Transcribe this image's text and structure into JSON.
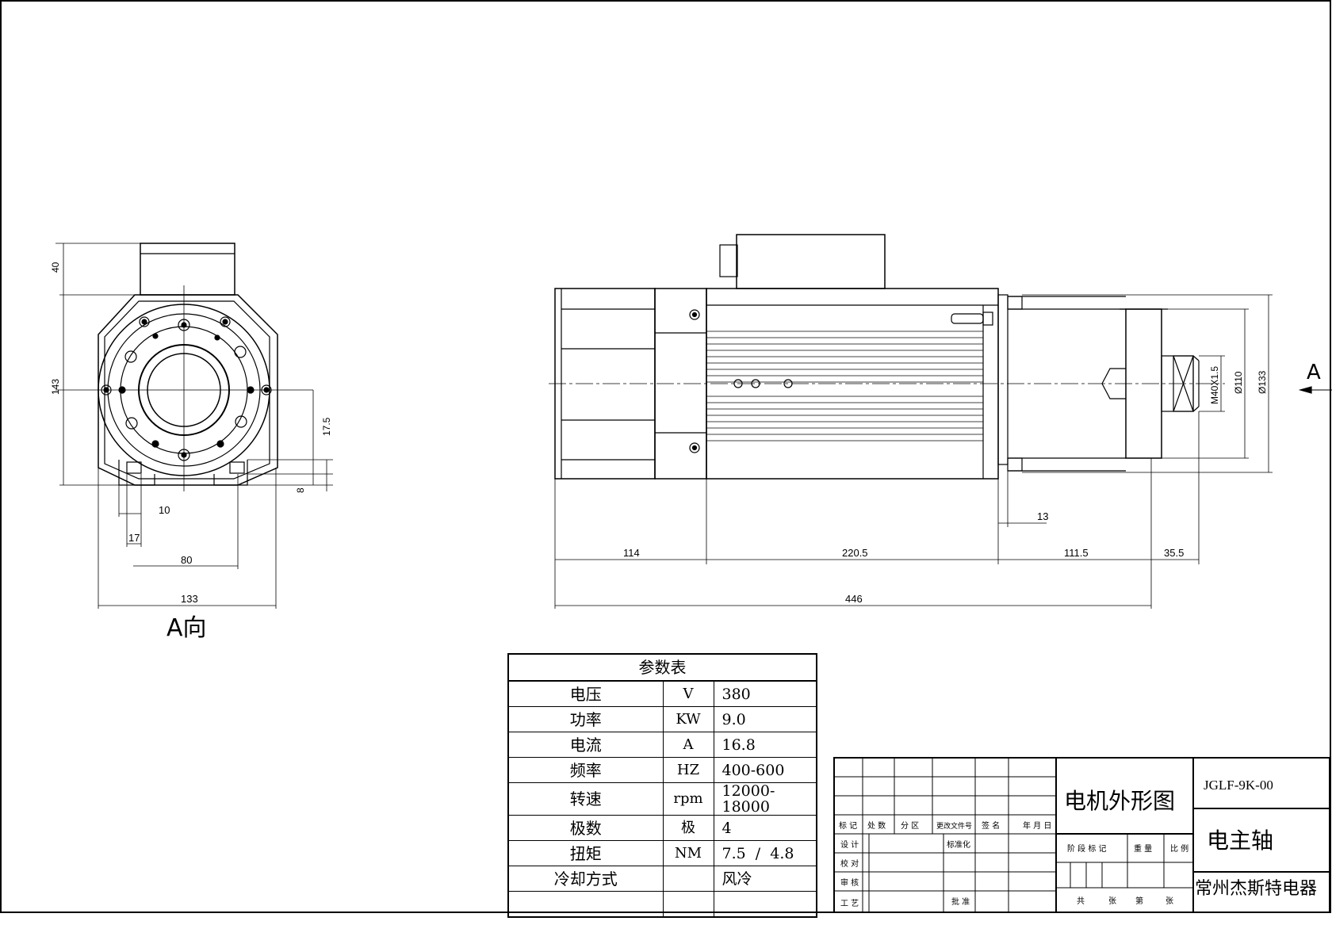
{
  "view_label": "A向",
  "arrow_label": "A",
  "front_view_dims": {
    "d40": "40",
    "d143": "143",
    "d17_5": "17.5",
    "d8": "8",
    "d10": "10",
    "d17": "17",
    "d80": "80",
    "d133": "133"
  },
  "side_view_dims": {
    "thread": "M40X1.5",
    "dia110": "Ø110",
    "dia133": "Ø133",
    "d13": "13",
    "d114": "114",
    "d220_5": "220.5",
    "d111_5": "111.5",
    "d35_5": "35.5",
    "d446": "446"
  },
  "param_table": {
    "title": "参数表",
    "rows": [
      {
        "name": "电压",
        "unit": "V",
        "value": "380"
      },
      {
        "name": "功率",
        "unit": "KW",
        "value": "9.0"
      },
      {
        "name": "电流",
        "unit": "A",
        "value": "16.8"
      },
      {
        "name": "频率",
        "unit": "HZ",
        "value": "400-600"
      },
      {
        "name": "转速",
        "unit": "rpm",
        "value": "12000-18000"
      },
      {
        "name": "极数",
        "unit": "极",
        "value": "4"
      },
      {
        "name": "扭矩",
        "unit": "NM",
        "value": "7.5  /  4.8"
      },
      {
        "name": "冷却方式",
        "unit": "",
        "value": "风冷"
      },
      {
        "name": "",
        "unit": "",
        "value": ""
      }
    ]
  },
  "title_block": {
    "drawing_title": "电机外形图",
    "drawing_no": "JGLF-9K-00",
    "product_name": "电主轴",
    "company": "常州杰斯特电器",
    "labels": {
      "biaoji": "标 记",
      "chushu": "处 数",
      "fenqu": "分  区",
      "genggai": "更改文件号",
      "qianming": "签 名",
      "nianyueri": "年 月 日",
      "sheji": "设 计",
      "biaozhunhua": "标准化",
      "jiaodui": "校 对",
      "shenhe_a": "审 核",
      "shenhe_b": "审 核",
      "gongyi": "工 艺",
      "pizhun": "批 准",
      "jieduan": "阶 段 标 记",
      "zhongliang": "重 量",
      "bili": "比 例",
      "gong": "共",
      "zhang1": "张",
      "di": "第",
      "zhang2": "张"
    }
  }
}
